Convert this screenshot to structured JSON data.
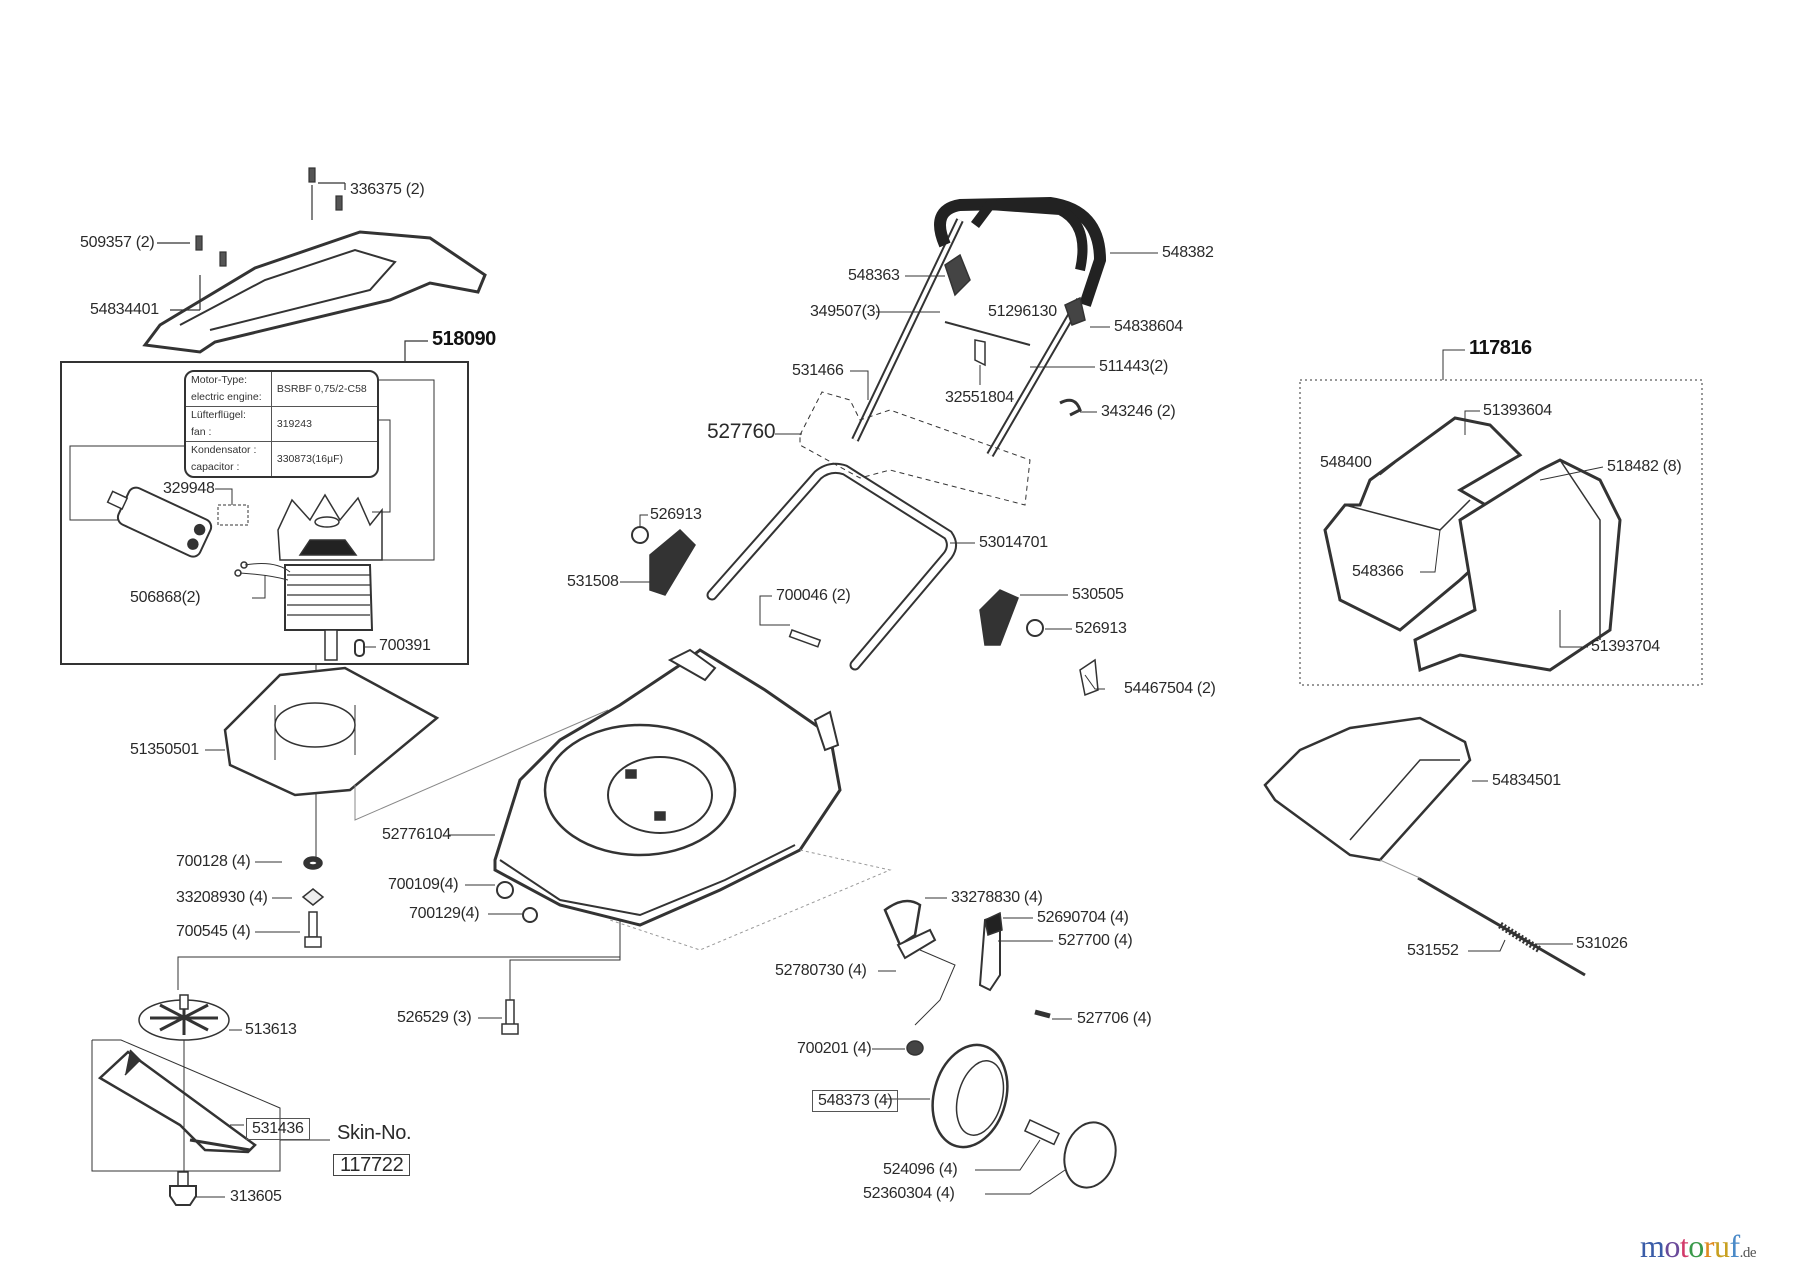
{
  "diagram": {
    "assemblies": {
      "motor_assembly": "518090",
      "grass_box_assembly": "117816",
      "handle_hardware_set": "527760",
      "skin_no_label": "Skin-No.",
      "skin_no": "117722"
    },
    "motor_table": [
      {
        "label_de": "Motor-Type:",
        "label_en": "electric engine:",
        "value": "BSRBF 0,75/2-C58"
      },
      {
        "label_de": "Lüfterflügel:",
        "label_en": "fan :",
        "value": "319243"
      },
      {
        "label_de": "Kondensator :",
        "label_en": "capacitor :",
        "value": "330873(16µF)"
      }
    ],
    "parts": {
      "p336375": "336375 (2)",
      "p509357": "509357 (2)",
      "p54834401": "54834401",
      "p329948": "329948",
      "p506868": "506868(2)",
      "p700391": "700391",
      "p51350501": "51350501",
      "p700128": "700128 (4)",
      "p33208930": "33208930 (4)",
      "p700545": "700545 (4)",
      "p513613": "513613",
      "p531436": "531436",
      "p313605": "313605",
      "p52776104": "52776104",
      "p700109": "700109(4)",
      "p700129": "700129(4)",
      "p526529": "526529 (3)",
      "p548382": "548382",
      "p548363": "548363",
      "p349507": "349507(3)",
      "p51296130": "51296130",
      "p54838604": "54838604",
      "p531466": "531466",
      "p511443": "511443(2)",
      "p32551804": "32551804",
      "p343246": "343246 (2)",
      "p526913a": "526913",
      "p531508": "531508",
      "p53014701": "53014701",
      "p700046": "700046 (2)",
      "p530505": "530505",
      "p526913b": "526913",
      "p54467504": "54467504 (2)",
      "p33278830": "33278830 (4)",
      "p52690704": "52690704 (4)",
      "p527700": "527700 (4)",
      "p52780730": "52780730 (4)",
      "p527706": "527706 (4)",
      "p700201": "700201 (4)",
      "p548373": "548373 (4)",
      "p524096": "524096 (4)",
      "p52360304": "52360304 (4)",
      "p51393604": "51393604",
      "p548400": "548400",
      "p518482": "518482 (8)",
      "p548366": "548366",
      "p51393704": "51393704",
      "p54834501": "54834501",
      "p531552": "531552",
      "p531026": "531026"
    }
  },
  "watermark": {
    "text": "motoruf",
    "suffix": ".de",
    "colors": [
      "#3a5ca8",
      "#6a4a9a",
      "#d23a6a",
      "#3a9a4a",
      "#e08a20",
      "#c8a020",
      "#4a8ac8"
    ]
  },
  "colors": {
    "line": "#333333",
    "fill_dark": "#222222",
    "fill_light": "#f2f2f2"
  }
}
